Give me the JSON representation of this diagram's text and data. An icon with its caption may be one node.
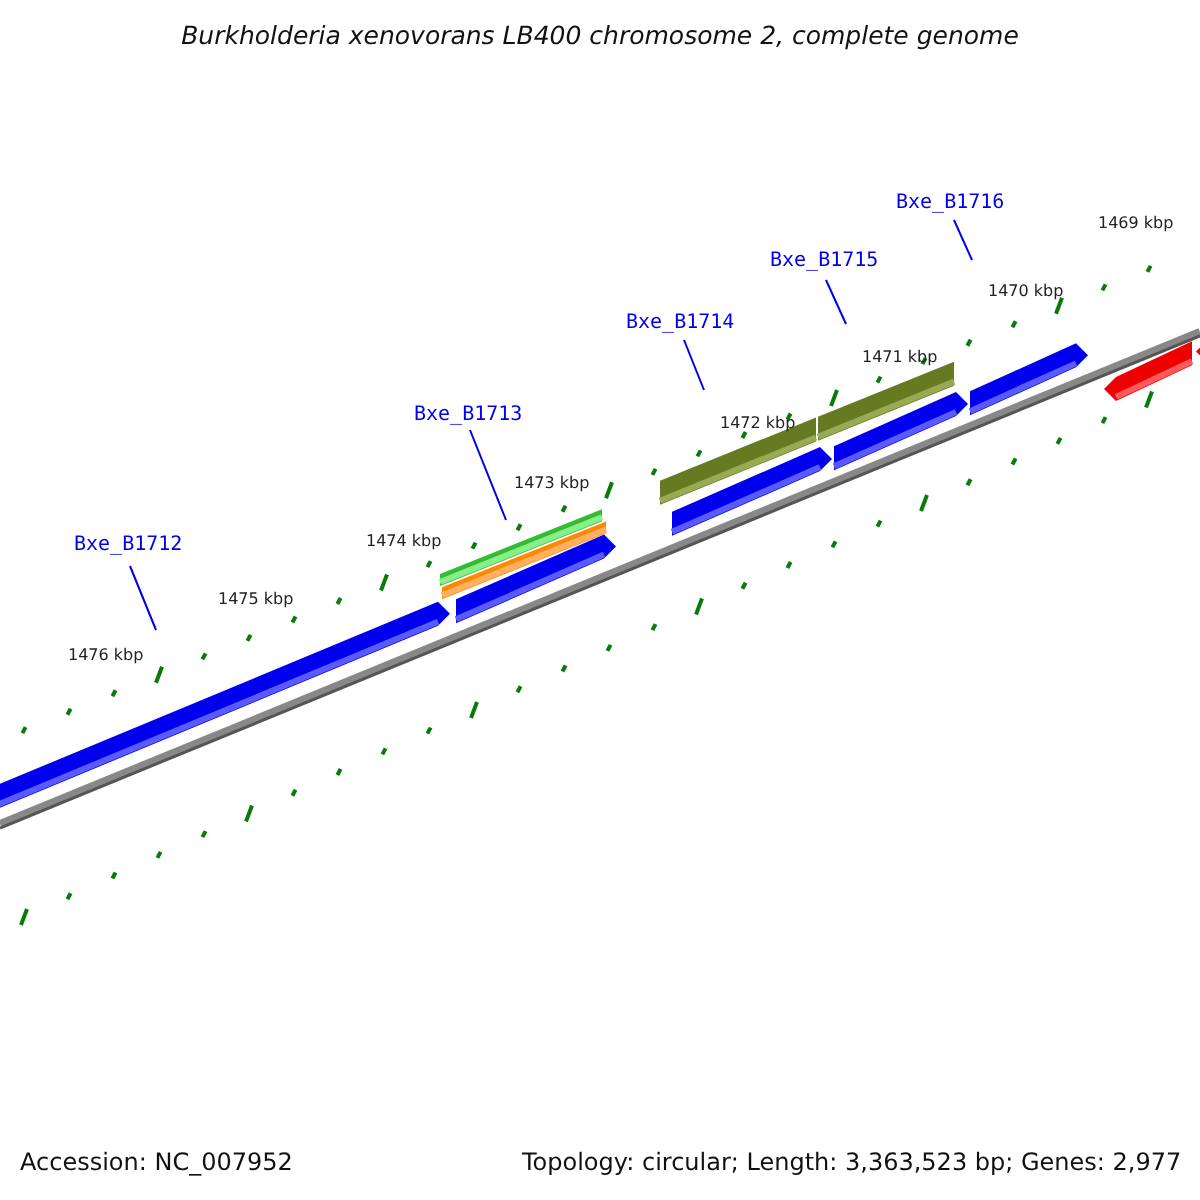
{
  "diagram": {
    "title": "Burkholderia xenovorans LB400 chromosome 2, complete genome",
    "nodes": [
      {
        "text": [
          "Bxe_B1712"
        ]
      },
      {
        "text": [
          "Bxe_B1713"
        ]
      },
      {
        "text": [
          "Bxe_B1714"
        ]
      },
      {
        "text": [
          "Bxe_B1715"
        ]
      },
      {
        "text": [
          "Bxe_B1716"
        ]
      }
    ],
    "edges": [
      {
        "from": 0,
        "to": null,
        "arrow": "none"
      },
      {
        "from": 1,
        "to": null,
        "arrow": "none"
      },
      {
        "from": 2,
        "to": null,
        "arrow": "none"
      },
      {
        "from": 3,
        "to": null,
        "arrow": "none"
      },
      {
        "from": 4,
        "to": null,
        "arrow": "none"
      }
    ],
    "labels": [
      "1469 kbp",
      "1470 kbp",
      "1471 kbp",
      "1472 kbp",
      "1473 kbp",
      "1474 kbp",
      "1475 kbp",
      "1476 kbp",
      "Accession: NC_007952",
      "Topology: circular; Length: 3,363,523 bp; Genes: 2,977"
    ]
  }
}
